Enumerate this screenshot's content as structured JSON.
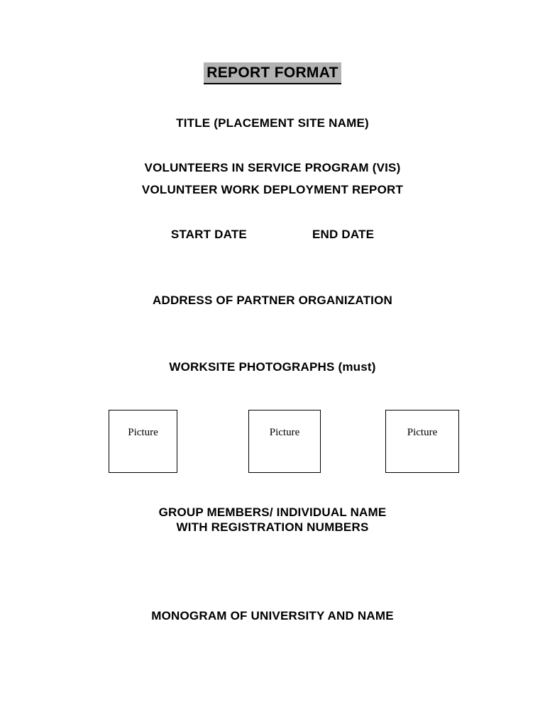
{
  "page": {
    "background_color": "#ffffff",
    "highlight_color": "#b3b3b3",
    "text_color": "#000000"
  },
  "document": {
    "title": "REPORT FORMAT",
    "headings": {
      "placement_title": "TITLE (PLACEMENT SITE NAME)",
      "program_line1": "VOLUNTEERS IN SERVICE PROGRAM (VIS)",
      "program_line2": "VOLUNTEER WORK DEPLOYMENT REPORT",
      "start_date": "START DATE",
      "end_date": "END DATE",
      "address": "ADDRESS OF PARTNER ORGANIZATION",
      "worksite": "WORKSITE PHOTOGRAPHS (must)",
      "group_line1": "GROUP MEMBERS/ INDIVIDUAL NAME",
      "group_line2": "WITH REGISTRATION NUMBERS",
      "monogram": "MONOGRAM OF UNIVERSITY AND NAME"
    },
    "picture_placeholders": [
      {
        "label": "Picture"
      },
      {
        "label": "Picture"
      },
      {
        "label": "Picture"
      }
    ]
  }
}
